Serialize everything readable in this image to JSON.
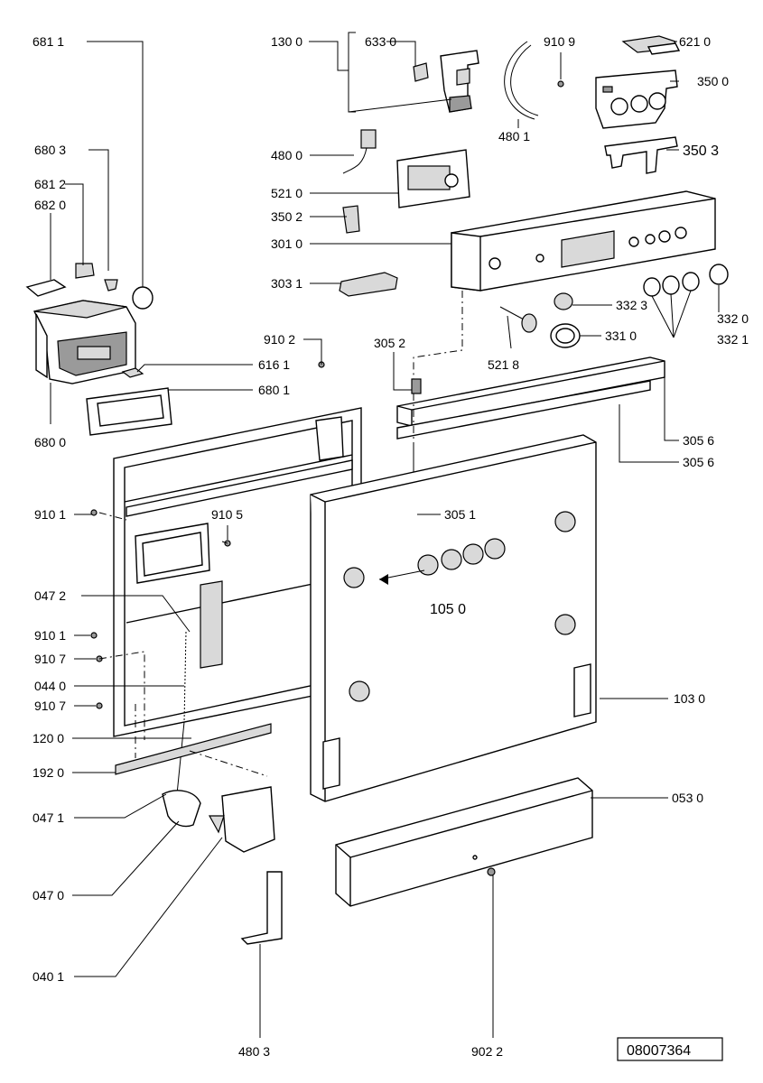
{
  "drawing_number": "08007364",
  "labels": {
    "l6811": "681 1",
    "l1300": "130 0",
    "l6330": "633 0",
    "l9109": "910 9",
    "l6210": "621 0",
    "l3500": "350 0",
    "l4801": "480 1",
    "l6803": "680 3",
    "l4800": "480 0",
    "l3503": "350 3",
    "l6812": "681 2",
    "l5210": "521 0",
    "l6820": "682 0",
    "l3502": "350 2",
    "l3010": "301 0",
    "l3031": "303 1",
    "l3323": "332 3",
    "l3320": "332 0",
    "l3310": "331 0",
    "l3321": "332 1",
    "l9102": "910 2",
    "l3052": "305 2",
    "l6161": "616 1",
    "l5218": "521 8",
    "l6801": "680 1",
    "l6800": "680 0",
    "l3056a": "305 6",
    "l3056b": "305 6",
    "l9101a": "910 1",
    "l9105": "910 5",
    "l3051": "305 1",
    "l0472": "047 2",
    "l1050": "105 0",
    "l9101b": "910 1",
    "l9107a": "910 7",
    "l0440": "044 0",
    "l9107b": "910 7",
    "l1030": "103 0",
    "l1200": "120 0",
    "l1920": "192 0",
    "l0530": "053 0",
    "l0471": "047 1",
    "l0470": "047 0",
    "l0401": "040 1",
    "l4803": "480 3",
    "l9022": "902 2"
  }
}
